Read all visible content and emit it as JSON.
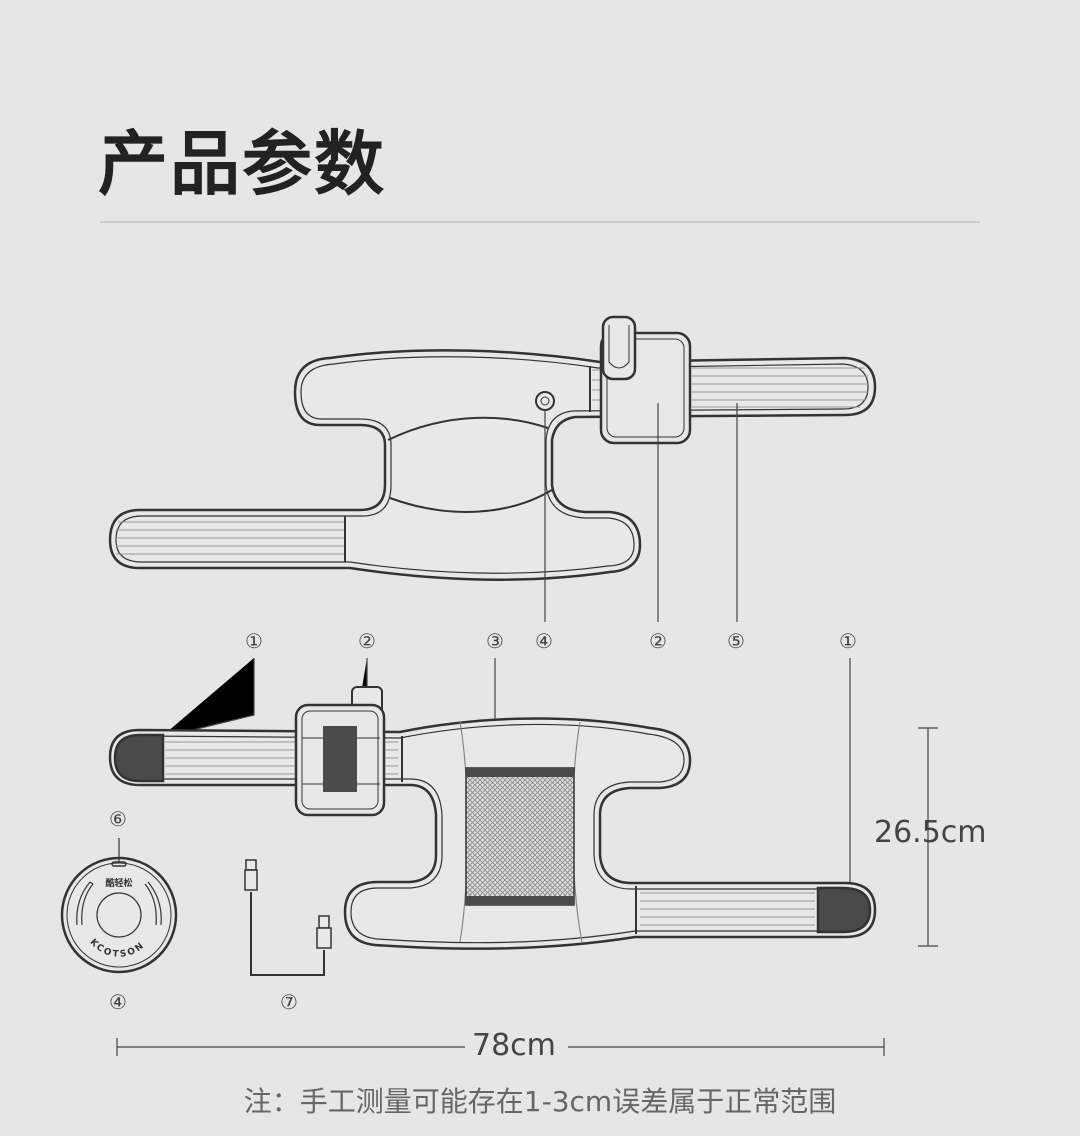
{
  "title": "产品参数",
  "labels": {
    "top": [
      "①",
      "②",
      "③",
      "④",
      "②",
      "⑤",
      "①"
    ],
    "disc_port": "⑥",
    "disc": "④",
    "cable": "⑦"
  },
  "disc": {
    "brand_cn": "酷轻松",
    "brand_en": "KCOTSON"
  },
  "dimensions": {
    "height": "26.5cm",
    "width": "78cm"
  },
  "note": "注：手工测量可能存在1-3cm误差属于正常范围",
  "colors": {
    "background": "#e6e6e6",
    "line": "#333333",
    "dark_fill": "#4a4a4a"
  }
}
